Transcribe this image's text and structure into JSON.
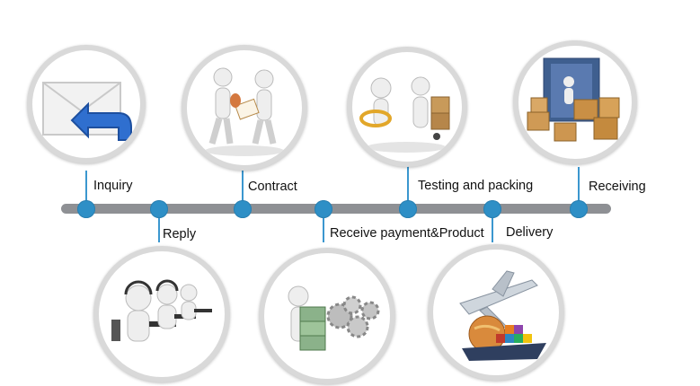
{
  "steps": [
    {
      "label": "Inquiry",
      "icon": "envelope-reply-icon"
    },
    {
      "label": "Reply",
      "icon": "call-center-icon"
    },
    {
      "label": "Contract",
      "icon": "contract-signing-icon"
    },
    {
      "label": "Receive payment&Product",
      "icon": "money-gears-icon"
    },
    {
      "label": "Testing and packing",
      "icon": "inspection-packing-icon"
    },
    {
      "label": "Delivery",
      "icon": "plane-ship-globe-icon"
    },
    {
      "label": "Receiving",
      "icon": "container-boxes-icon"
    }
  ],
  "colors": {
    "timeline": "#8e9094",
    "node": "#2e8fc6",
    "ring": "#d9d9d9"
  }
}
